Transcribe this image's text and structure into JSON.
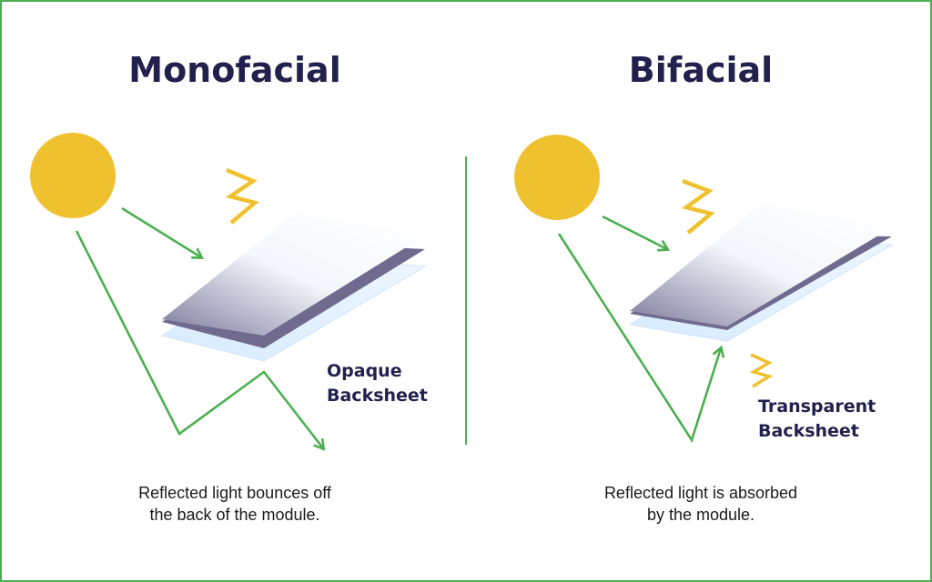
{
  "left": {
    "title": "Monofacial",
    "backsheet_label": [
      "Opaque",
      "Backsheet"
    ],
    "caption": [
      "Reflected light bounces off",
      "the back of the module."
    ]
  },
  "right": {
    "title": "Bifacial",
    "backsheet_label": [
      "Transparent",
      "Backsheet"
    ],
    "caption": [
      "Reflected light is absorbed",
      "by the module."
    ]
  },
  "colors": {
    "sun": "#f0c12f",
    "bolt": "#f0c12f",
    "arrow": "#4caf50",
    "divider": "#4caf50",
    "text_dark": "#22214d",
    "panel_dark": "#6f6a8e",
    "panel_light": "#e3f1ff"
  },
  "icons": [
    "sun-icon",
    "lightning-bolt-icon",
    "solar-panel-icon",
    "light-ray-arrow-icon"
  ]
}
